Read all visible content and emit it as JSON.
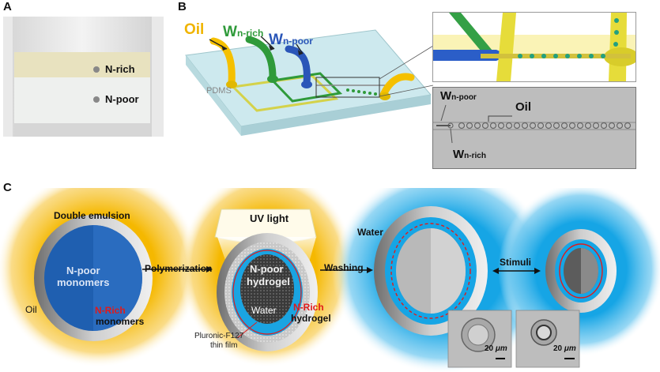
{
  "panels": {
    "a": "A",
    "b": "B",
    "c": "C"
  },
  "panel_a": {
    "n_rich": "N-rich",
    "n_poor": "N-poor"
  },
  "panel_b": {
    "oil": "Oil",
    "w_main": "W",
    "n_rich_sub": "n-rich",
    "n_poor_sub": "n-poor",
    "pdms": "PDMS",
    "micro_w": "W",
    "micro_n_poor": "n-poor",
    "micro_oil": "Oil",
    "micro_n_rich": "n-rich"
  },
  "panel_c": {
    "double_emulsion": "Double emulsion",
    "n_poor_monomers_1": "N-poor",
    "n_poor_monomers_2": "monomers",
    "n_rich_1": "N-Rich",
    "n_rich_monomers": "monomers",
    "oil": "Oil",
    "polymerization": "Polymerization",
    "uv_light": "UV light",
    "n_poor_hydrogel_1": "N-poor",
    "n_poor_hydrogel_2": "hydrogel",
    "water_inner": "Water",
    "n_rich_2": "N-Rich",
    "hydrogel": "hydrogel",
    "pluronic_1": "Pluronic-F127",
    "pluronic_2": "thin film",
    "washing": "Washing",
    "water": "Water",
    "stimuli": "Stimuli",
    "scale_1": "20",
    "scale_2": "20",
    "scale_unit": "μm"
  },
  "colors": {
    "oil_yellow": "#f5c000",
    "water_blue": "#17a7e6",
    "inner_blue": "#1a57a8",
    "n_rich_red": "#e01b1b",
    "channel_green": "#2f9a3a"
  }
}
